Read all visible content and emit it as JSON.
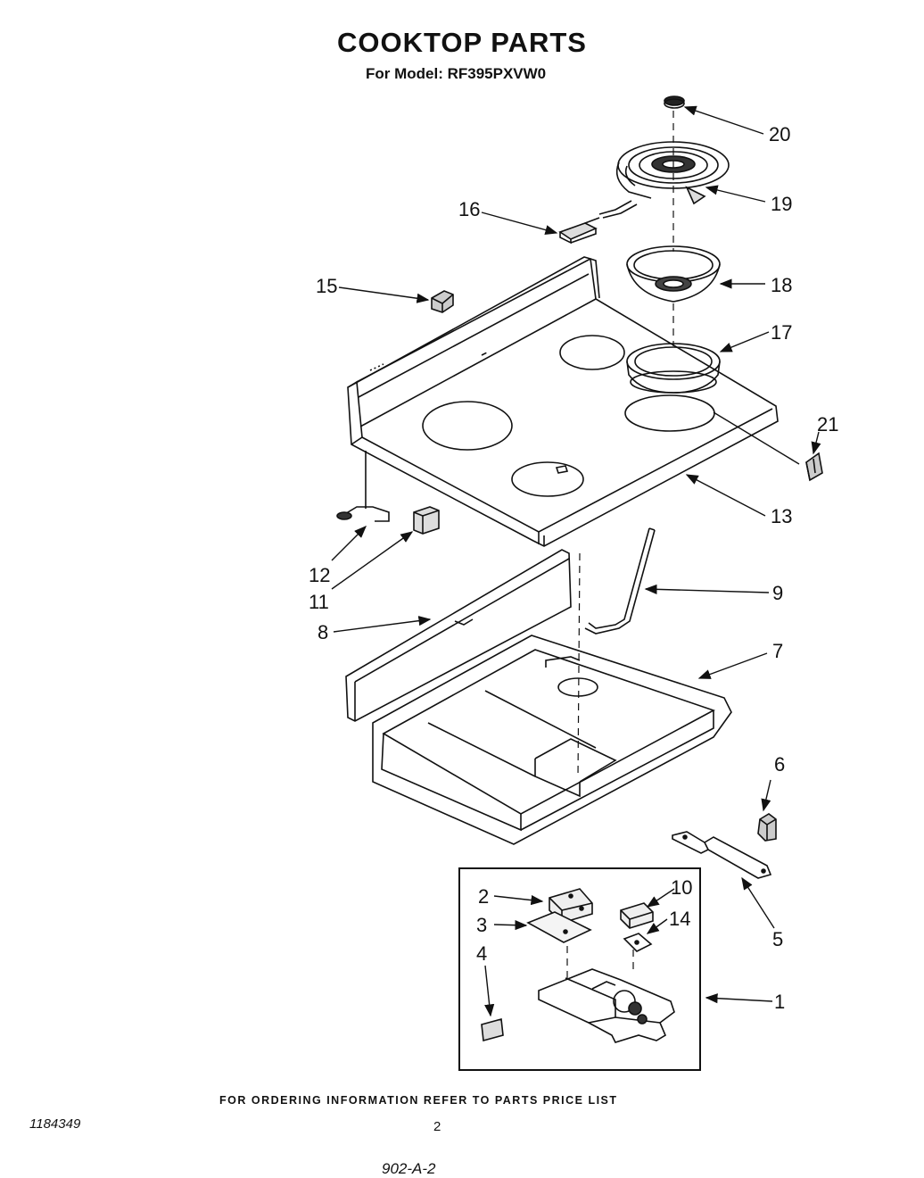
{
  "header": {
    "title": "COOKTOP PARTS",
    "subtitle": "For Model: RF395PXVW0"
  },
  "callouts": [
    "1",
    "2",
    "3",
    "4",
    "5",
    "6",
    "7",
    "8",
    "9",
    "10",
    "11",
    "12",
    "13",
    "14",
    "15",
    "16",
    "17",
    "18",
    "19",
    "20",
    "21"
  ],
  "footer": {
    "ordering_note": "FOR ORDERING INFORMATION REFER TO PARTS PRICE LIST",
    "doc_id": "1184349",
    "page_number": "2",
    "handwritten_note": "902-A-2"
  }
}
